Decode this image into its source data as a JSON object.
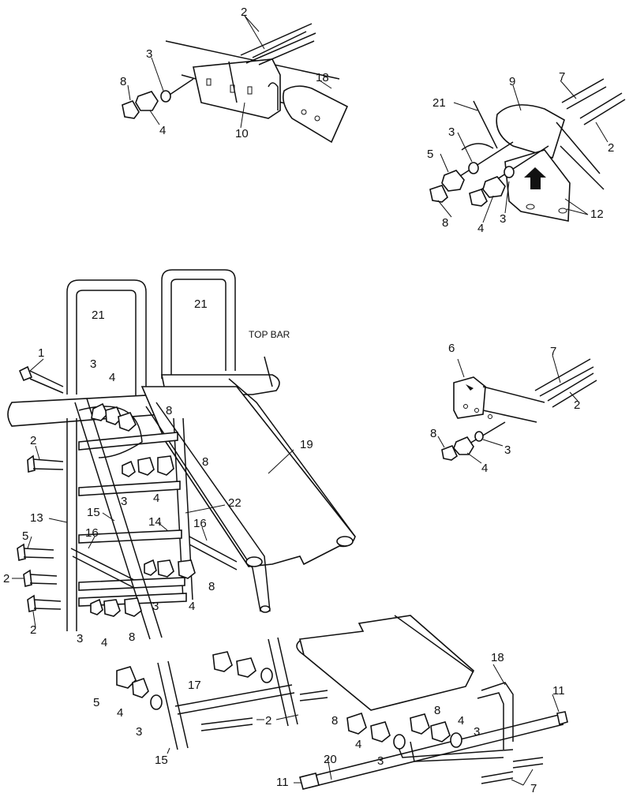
{
  "labels": {
    "top_bar": "TOP BAR",
    "p1": "1",
    "p2": "2",
    "p3": "3",
    "p4": "4",
    "p5": "5",
    "p6": "6",
    "p7": "7",
    "p8": "8",
    "p9": "9",
    "p10": "10",
    "p11": "11",
    "p12": "12",
    "p13": "13",
    "p14": "14",
    "p15": "15",
    "p16": "16",
    "p17": "17",
    "p18": "18",
    "p19": "19",
    "p20": "20",
    "p21": "21",
    "p22": "22"
  }
}
